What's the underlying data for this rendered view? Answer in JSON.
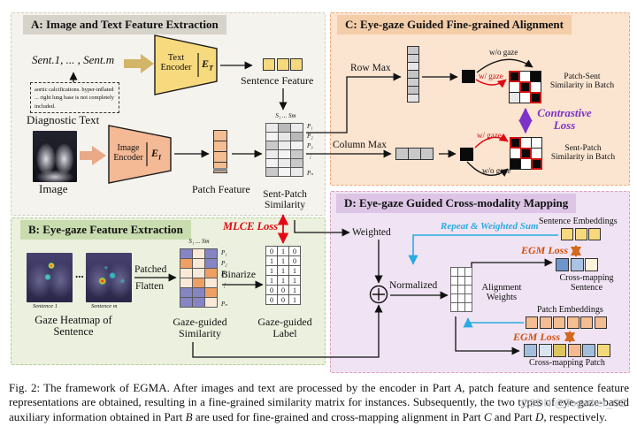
{
  "colors": {
    "panel_a_bg": "#f5f3ed",
    "panel_b_bg": "#ebf1de",
    "panel_c_bg": "#fbe4d0",
    "panel_d_bg": "#f0e3f3",
    "yellow": "#f7d97d",
    "salmon": "#f4bd92",
    "mlce_red": "#e30613",
    "contrastive_purple": "#7d33c8",
    "egm_orange": "#d2500a",
    "cyan": "#29abe2",
    "red_border": "#cc1111",
    "stack_divider": "#8a8a8a"
  },
  "shared": {
    "matrix_header": "S₁ ... Sm",
    "row_labels": [
      "P₁",
      "P₂",
      "P₃",
      "⋮",
      "Pₙ"
    ]
  },
  "panel_a": {
    "title": "A: Image and Text Feature Extraction",
    "sent_sequence": "Sent.1, ... , Sent.m",
    "diagnostic_box": "aortic calcifications. hyper-inflated ... right lung base is not completely included.",
    "diagnostic_label": "Diagnostic Text",
    "text_encoder": {
      "name1": "Text",
      "name2": "Encoder",
      "sym": "E",
      "sub": "T"
    },
    "image_encoder": {
      "name1": "Image",
      "name2": "Encoder",
      "sym": "E",
      "sub": "I"
    },
    "image_label": "Image",
    "sentence_feature_label": "Sentence Feature",
    "patch_feature_label": "Patch Feature",
    "sim_label_1": "Sent-Patch",
    "sim_label_2": "Similarity",
    "sentence_feature_colors": [
      "#f7d97d",
      "#f7d97d",
      "#f7d97d"
    ],
    "patch_stack_colors": [
      "#f4bd92",
      "#f4bd92",
      "#f4bd92",
      "#f4bd92"
    ],
    "sim_matrix_colors": [
      [
        "#ebebeb",
        "#b9b9b9",
        "#ebebeb"
      ],
      [
        "#f3f3f3",
        "#e6e6e6",
        "#b9b9b9"
      ],
      [
        "#c9c9c9",
        "#ebebeb",
        "#f3f3f3"
      ],
      [
        "#ebebeb",
        "#f3f3f3",
        "#c9c9c9"
      ],
      [
        "#f3f3f3",
        "#ebebeb",
        "#c9c9c9"
      ],
      [
        "#c9c9c9",
        "#f3f3f3",
        "#ebebeb"
      ]
    ]
  },
  "panel_b": {
    "title": "B: Eye-gaze Feature Extraction",
    "heatmap_label_1": "Sentence 1",
    "heatmap_label_2": "Sentence m",
    "dots": "...",
    "caption_1": "Gaze Heatmap of",
    "caption_2": "Sentence",
    "patched": "Patched",
    "flatten": "Flatten",
    "binarize": "Binarize",
    "gaze_sim_label_1": "Gaze-guided",
    "gaze_sim_label_2": "Similarity",
    "gaze_label_label_1": "Gaze-guided",
    "gaze_label_label_2": "Label",
    "mlce_loss": "MLCE Loss",
    "gaze_sim_colors": [
      [
        "#8585c4",
        "#fae9d9",
        "#8585c4"
      ],
      [
        "#ee9f62",
        "#fae9d9",
        "#8585c4"
      ],
      [
        "#fae9d9",
        "#fae9d9",
        "#ee9f62"
      ],
      [
        "#fae9d9",
        "#ee9f62",
        "#fae9d9"
      ],
      [
        "#8585c4",
        "#8585c4",
        "#ee9f62"
      ],
      [
        "#8585c4",
        "#8585c4",
        "#fae9d9"
      ]
    ],
    "gaze_label_values": [
      [
        "0",
        "1",
        "0"
      ],
      [
        "1",
        "1",
        "0"
      ],
      [
        "1",
        "1",
        "1"
      ],
      [
        "1",
        "1",
        "1"
      ],
      [
        "0",
        "0",
        "1"
      ],
      [
        "0",
        "0",
        "1"
      ]
    ]
  },
  "panel_c": {
    "title": "C: Eye-gaze Guided Fine-grained Alignment",
    "row_max": "Row Max",
    "column_max": "Column Max",
    "wo_gaze_top": "w/o gaze",
    "w_gaze_top": "w/ gaze",
    "w_gaze_bottom": "w/ gaze",
    "wo_gaze_bottom": "w/o gaze",
    "patch_sent_label_1": "Patch-Sent",
    "patch_sent_label_2": "Similarity in Batch",
    "sent_patch_label_1": "Sent-Patch",
    "sent_patch_label_2": "Similarity in Batch",
    "contrastive_1": "Contrastive",
    "contrastive_2": "Loss",
    "row_vector_colors": [
      "#c8c8c8",
      "#d2d2d2",
      "#e6e6e6",
      "#c4c4c4",
      "#cecece",
      "#c4c4c4",
      "#e2e2e2"
    ],
    "col_vector_colors": [
      "#c8c8c8",
      "#c8c8c8",
      "#c8c8c8"
    ],
    "cell_styles": {
      "K": {
        "bg": "#0a0a0a",
        "bd": "#cc1111",
        "bw": 2
      },
      "k": {
        "bg": "#0a0a0a",
        "bd": "#222222",
        "bw": 1
      },
      "w": {
        "bg": "#ffffff",
        "bd": "#222222",
        "bw": 1
      },
      "g": {
        "bg": "#e9e9e9",
        "bd": "#222222",
        "bw": 1
      }
    },
    "matrix_top": [
      [
        "K",
        "w",
        "k"
      ],
      [
        "w",
        "K",
        "w"
      ],
      [
        "g",
        "w",
        "K"
      ]
    ],
    "matrix_bottom": [
      [
        "K",
        "w",
        "w"
      ],
      [
        "w",
        "K",
        "w"
      ],
      [
        "k",
        "w",
        "K"
      ]
    ]
  },
  "panel_d": {
    "title": "D: Eye-gaze Guided Cross-modality Mapping",
    "weighted": "Weighted",
    "normalized": "Normalized",
    "repeat_sum": "Repeat & Weighted Sum",
    "alignment_1": "Alignment",
    "alignment_2": "Weights",
    "alignment_grid": {
      "rows": 5,
      "cols": 3
    },
    "sentence_embeddings": "Sentence Embeddings",
    "cross_sentence_1": "Cross-mapping",
    "cross_sentence_2": "Sentence",
    "patch_embeddings": "Patch Embeddings",
    "cross_patch": "Cross-mapping Patch",
    "egm_loss_1": "EGM Loss",
    "egm_loss_2": "EGM Loss",
    "sentence_emb_colors": [
      "#f6d87e",
      "#f6d87e",
      "#f6d87e"
    ],
    "cross_sentence_colors": [
      "#6e96cb",
      "#a9c3e3",
      "#fdf3da"
    ],
    "patch_emb_colors": [
      "#f4bd92",
      "#f4bd92",
      "#f4bd92",
      "#f4bd92",
      "#f4bd92",
      "#f4bd92"
    ],
    "cross_patch_colors": [
      "#a3bddd",
      "#d9e5f1",
      "#dcc45c",
      "#f4b98e",
      "#a3bddd",
      "#f4d97b"
    ]
  },
  "figure": {
    "caption_segments": [
      {
        "t": "Fig. 2: The framework of EGMA. After images and text are processed by the encoder in Part ",
        "i": false
      },
      {
        "t": "A",
        "i": true
      },
      {
        "t": ", patch feature and sentence feature representations are obtained, resulting in a fine-grained similarity matrix for instances. Subsequently, the two types of eye-gaze-based auxiliary information obtained in Part ",
        "i": false
      },
      {
        "t": "B",
        "i": true
      },
      {
        "t": " are used for fine-grained and cross-mapping alignment in Part ",
        "i": false
      },
      {
        "t": "C",
        "i": true
      },
      {
        "t": " and Part ",
        "i": false
      },
      {
        "t": "D",
        "i": true
      },
      {
        "t": ", respectively.",
        "i": false
      }
    ],
    "watermark": "CSDN @Together_CZ"
  }
}
